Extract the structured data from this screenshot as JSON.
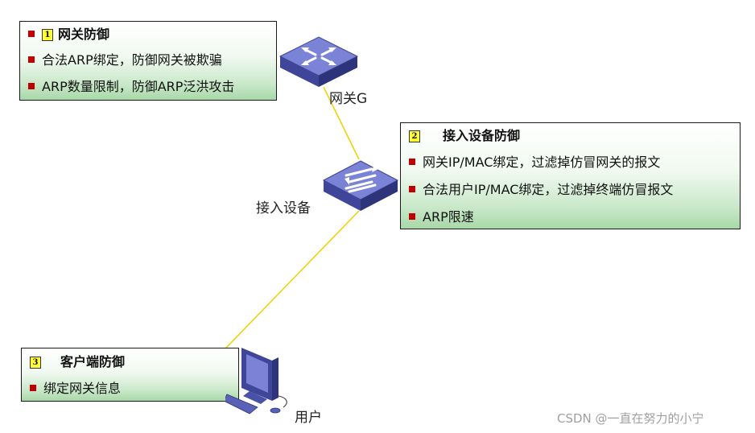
{
  "gateway_box": {
    "number": "1",
    "title": "网关防御",
    "items": [
      "合法ARP绑定，防御网关被欺骗",
      "ARP数量限制，防御ARP泛洪攻击"
    ]
  },
  "access_box": {
    "number": "2",
    "title": "接入设备防御",
    "items": [
      "网关IP/MAC绑定，过滤掉仿冒网关的报文",
      "合法用户IP/MAC绑定，过滤掉终端仿冒报文",
      "ARP限速"
    ]
  },
  "client_box": {
    "number": "3",
    "title": "客户端防御",
    "items": [
      "绑定网关信息"
    ]
  },
  "nodes": {
    "gateway_label": "网关G",
    "access_label": "接入设备",
    "user_label": "用户"
  },
  "watermark": "CSDN @一直在努力的小宁",
  "colors": {
    "link": "#f0d000",
    "bullet": "#c00000",
    "number_badge": "#ffff33",
    "device": "#5a62b8"
  }
}
